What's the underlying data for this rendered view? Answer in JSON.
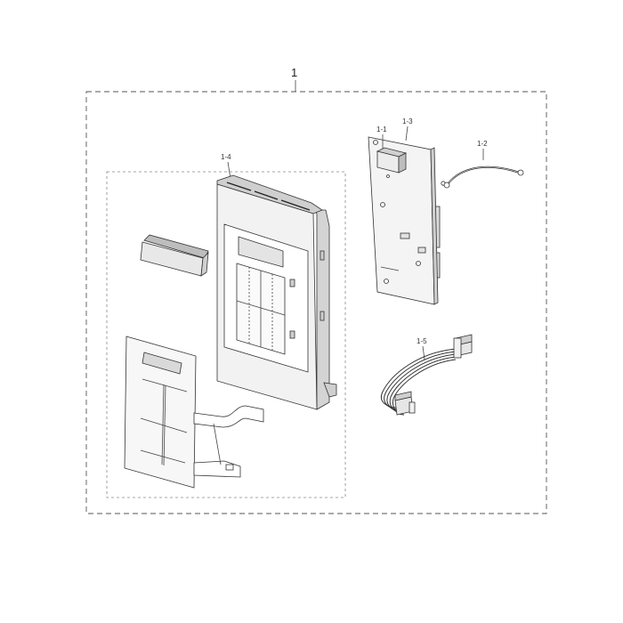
{
  "diagram": {
    "labels": {
      "assembly": "1",
      "part_1_1": "1-1",
      "part_1_2": "1-2",
      "part_1_3": "1-3",
      "part_1_4": "1-4",
      "part_1_5": "1-5"
    },
    "colors": {
      "line": "#333333",
      "dash": "#555555",
      "panel_fill": "#f2f2f2",
      "panel_shade": "#bdbdbd"
    }
  }
}
